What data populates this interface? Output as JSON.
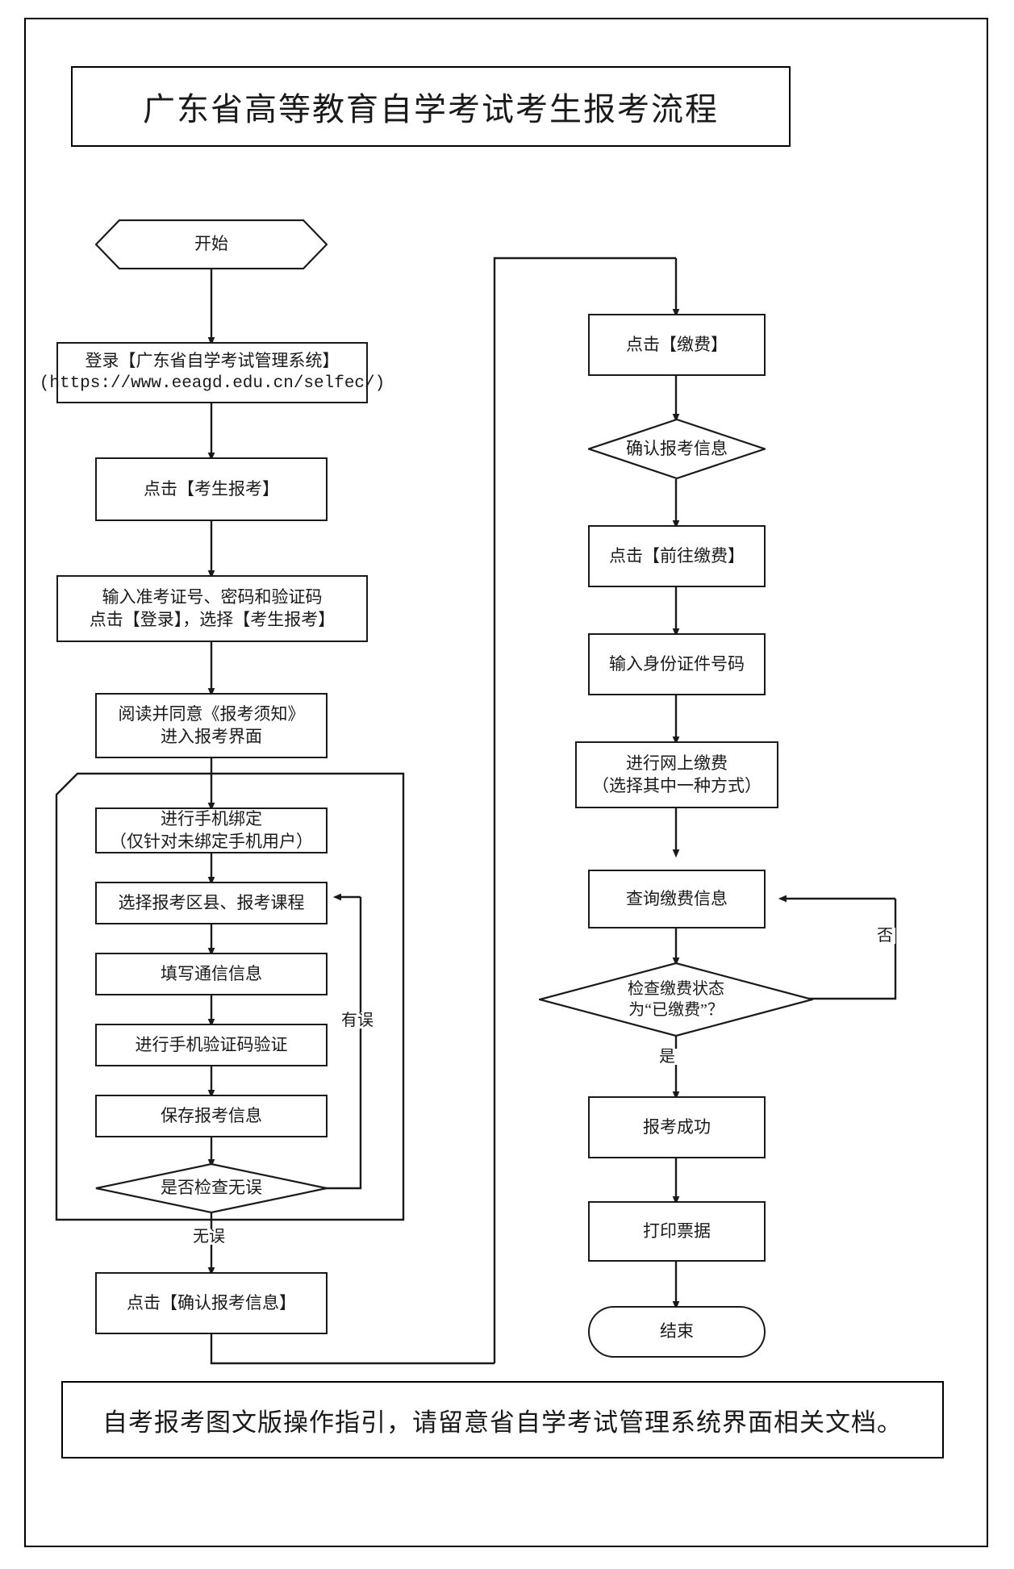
{
  "document": {
    "title": "广东省高等教育自学考试考生报考流程",
    "footer_note": "自考报考图文版操作指引，请留意省自学考试管理系统界面相关文档。"
  },
  "flow": {
    "left_column": [
      {
        "id": "start",
        "shape": "hexagon",
        "label": "开始"
      },
      {
        "id": "login",
        "shape": "rect",
        "label": "登录【广东省自学考试管理系统】",
        "sublabel": "(https://www.eeagd.edu.cn/selfec/)"
      },
      {
        "id": "click-apply",
        "shape": "rect",
        "label": "点击【考生报考】"
      },
      {
        "id": "enter-credentials",
        "shape": "rect",
        "label": "输入准考证号、密码和验证码\n点击【登录】，选择【考生报考】"
      },
      {
        "id": "read-notice",
        "shape": "rect",
        "label": "阅读并同意《报考须知》\n进入报考界面"
      },
      {
        "id": "bind-phone",
        "shape": "rect",
        "label": "进行手机绑定\n（仅针对未绑定手机用户）"
      },
      {
        "id": "select-district-course",
        "shape": "rect",
        "label": "选择报考区县、报考课程"
      },
      {
        "id": "fill-contact",
        "shape": "rect",
        "label": "填写通信信息"
      },
      {
        "id": "verify-sms",
        "shape": "rect",
        "label": "进行手机验证码验证"
      },
      {
        "id": "save-info",
        "shape": "rect",
        "label": "保存报考信息"
      },
      {
        "id": "check-correct",
        "shape": "diamond",
        "label": "是否检查无误"
      },
      {
        "id": "confirm-info",
        "shape": "rect",
        "label": "点击【确认报考信息】"
      }
    ],
    "right_column": [
      {
        "id": "click-pay",
        "shape": "rect",
        "label": "点击【缴费】"
      },
      {
        "id": "confirm-apply",
        "shape": "diamond",
        "label": "确认报考信息"
      },
      {
        "id": "go-pay",
        "shape": "rect",
        "label": "点击【前往缴费】"
      },
      {
        "id": "enter-id",
        "shape": "rect",
        "label": "输入身份证件号码"
      },
      {
        "id": "online-pay",
        "shape": "rect",
        "label": "进行网上缴费\n（选择其中一种方式）"
      },
      {
        "id": "query-payment",
        "shape": "rect",
        "label": "查询缴费信息"
      },
      {
        "id": "check-paid",
        "shape": "diamond",
        "label": "检查缴费状态\n为“已缴费”？"
      },
      {
        "id": "apply-success",
        "shape": "rect",
        "label": "报考成功"
      },
      {
        "id": "print-receipt",
        "shape": "rect",
        "label": "打印票据"
      },
      {
        "id": "end",
        "shape": "terminator",
        "label": "结束"
      }
    ],
    "edge_labels": [
      {
        "id": "edge-error",
        "label": "有误"
      },
      {
        "id": "edge-no-error",
        "label": "无误"
      },
      {
        "id": "edge-no",
        "label": "否"
      },
      {
        "id": "edge-yes",
        "label": "是"
      }
    ]
  },
  "colors": {
    "line": "#1a1a1a",
    "background": "#ffffff",
    "text": "#1a1a1a"
  }
}
